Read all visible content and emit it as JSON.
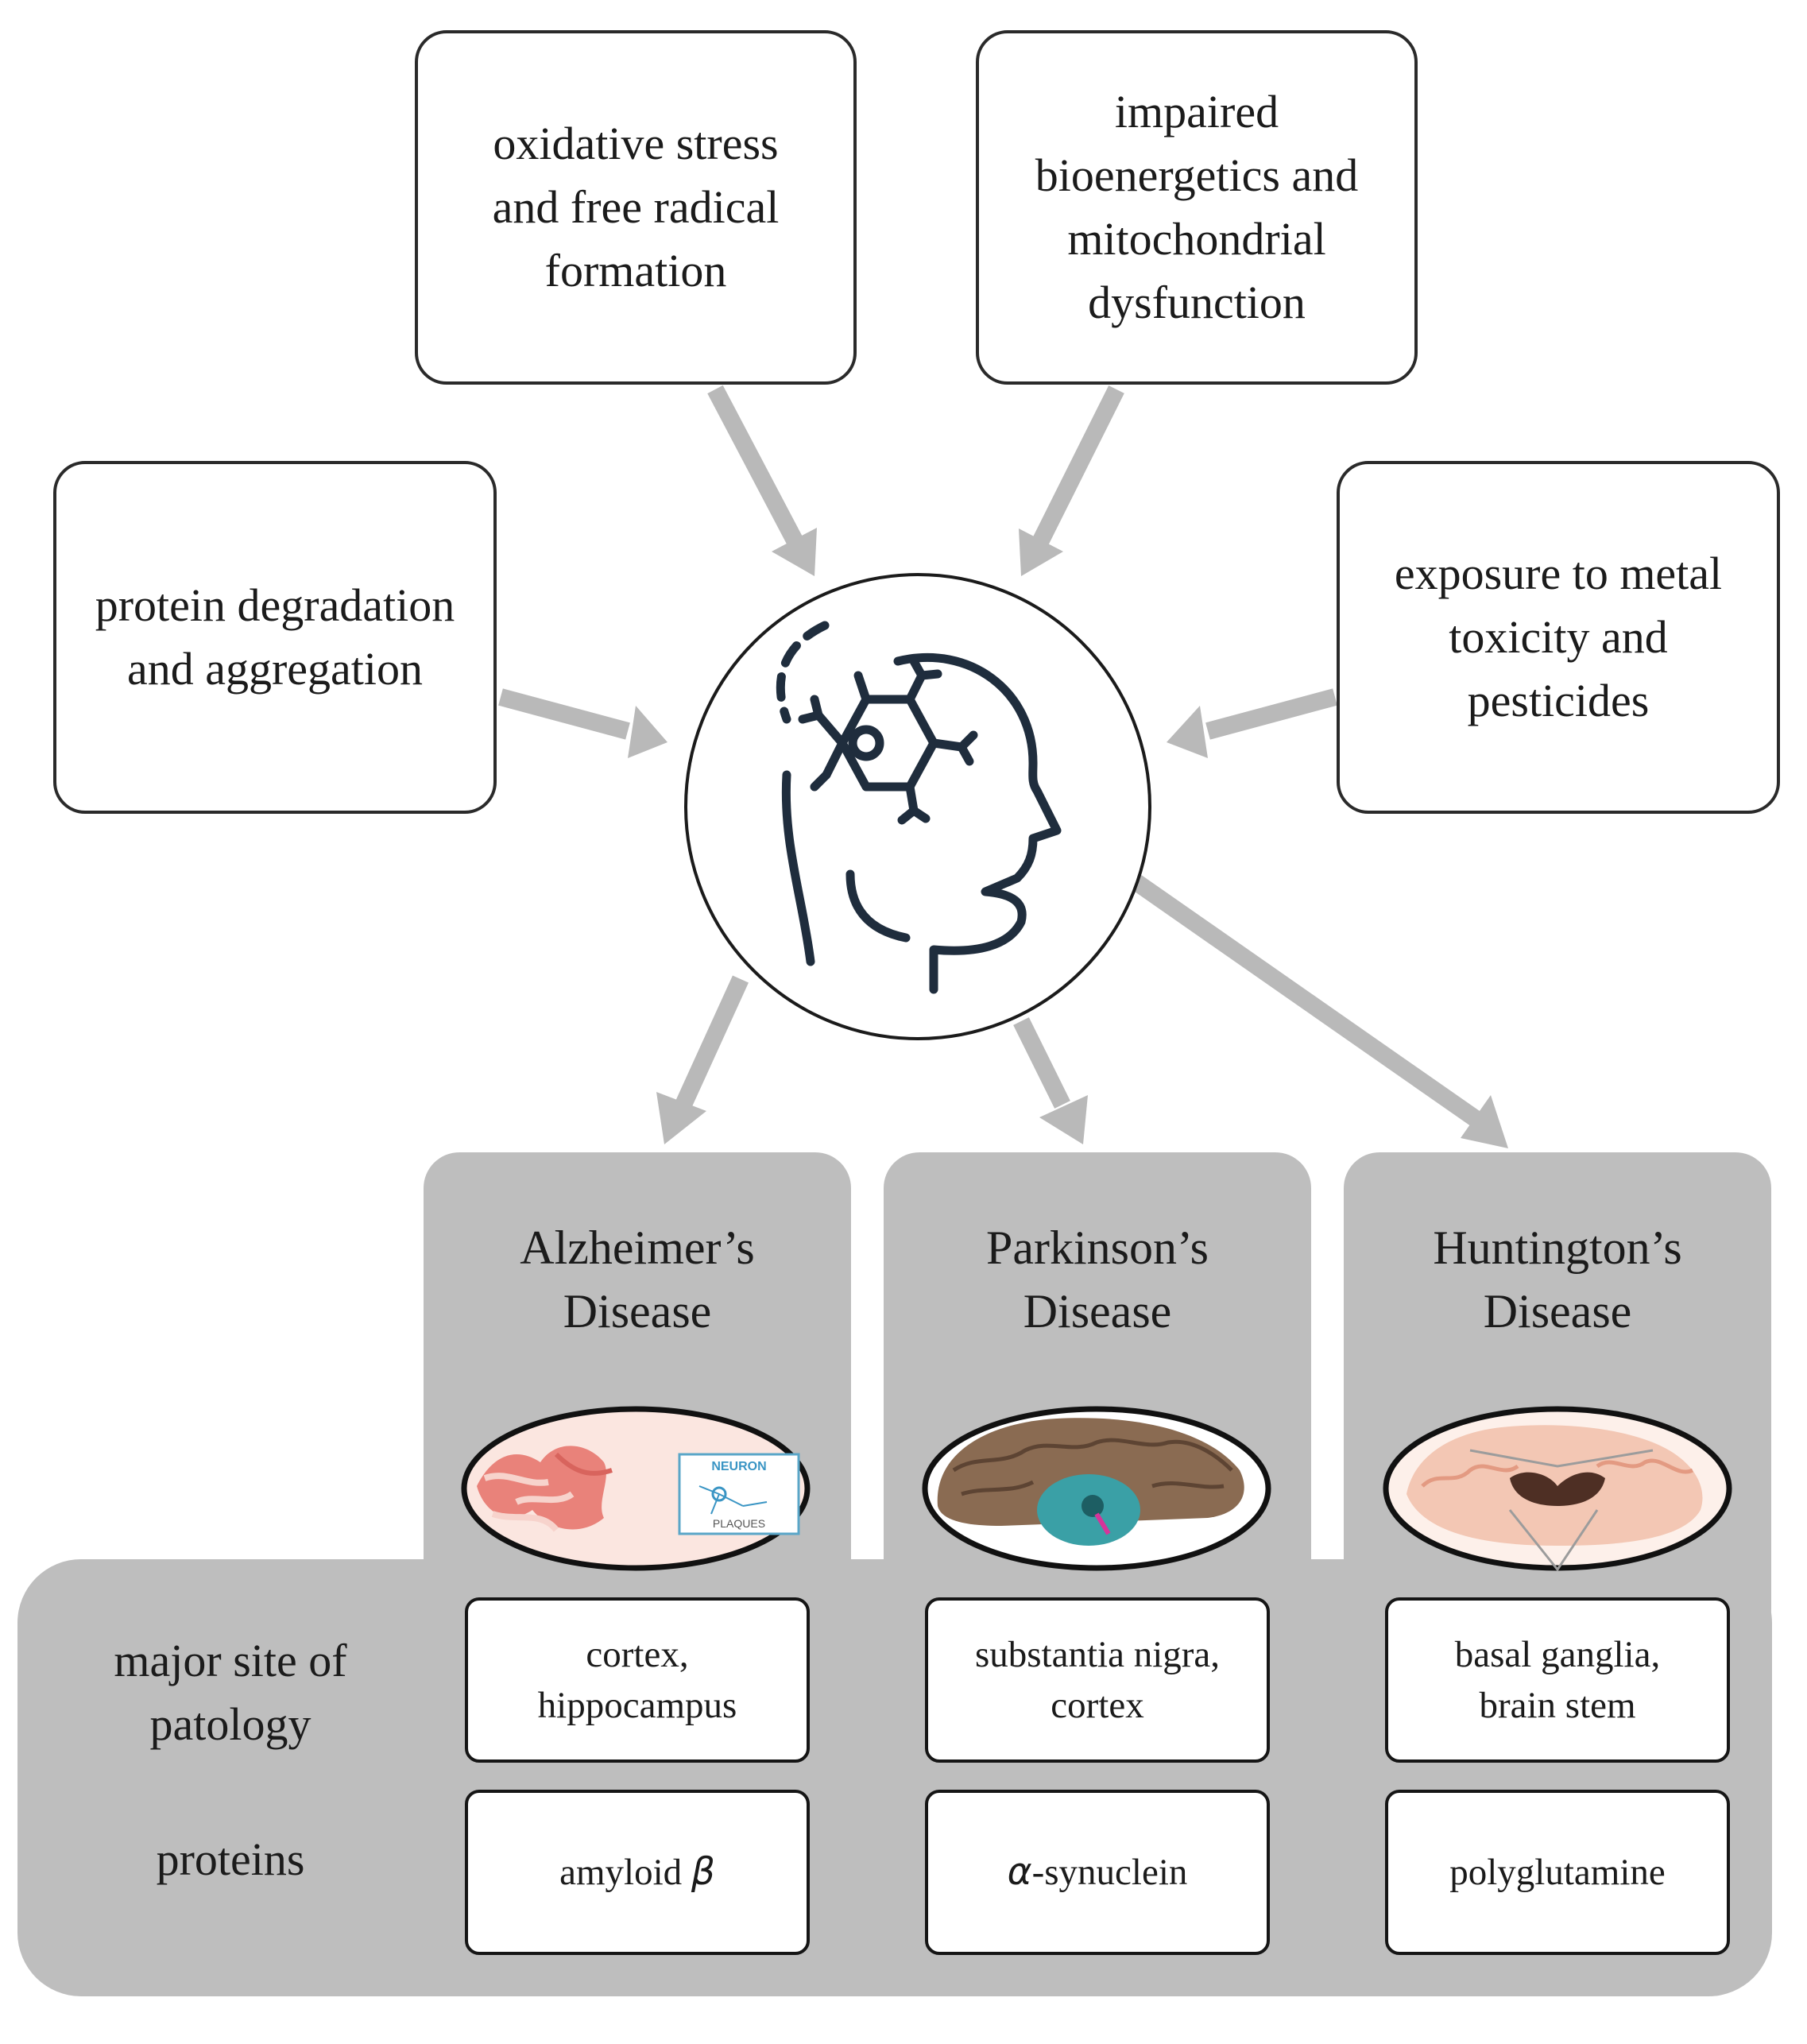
{
  "factors": {
    "oxidative": "oxidative stress and free radical formation",
    "bioenergetics": "impaired bioenergetics and mitochondrial dysfunction",
    "protein": "protein degradation and aggregation",
    "metal": "exposure to metal toxicity and pesticides"
  },
  "center_icon": "head-with-neuron-icon",
  "diseases": [
    {
      "title": "Alzheimer’s Disease",
      "image_icon": "brain-cortex-neuron-plaques-illustration",
      "image_text": [
        "NEURON",
        "PLAQUES"
      ],
      "site": "cortex, hippocampus",
      "protein_prefix": "amyloid ",
      "protein_symbol": "β",
      "protein_suffix": ""
    },
    {
      "title": "Parkinson’s Disease",
      "image_icon": "brain-sagittal-substantia-nigra-illustration",
      "site": "substantia nigra, cortex",
      "protein_prefix": "",
      "protein_symbol": "α",
      "protein_suffix": "-synuclein"
    },
    {
      "title": "Huntington’s Disease",
      "image_icon": "brain-coronal-basal-ganglia-illustration",
      "site": "basal ganglia, brain stem",
      "protein_prefix": "",
      "protein_symbol": "",
      "protein_suffix": "polyglutamine"
    }
  ],
  "row_labels": {
    "site": "major site of patology",
    "proteins": "proteins"
  },
  "colors": {
    "panel_gray": "#bebebe",
    "arrow_gray": "#b9b9b9",
    "outline": "#1b1b1b",
    "icon_stroke": "#1f2d3d"
  }
}
